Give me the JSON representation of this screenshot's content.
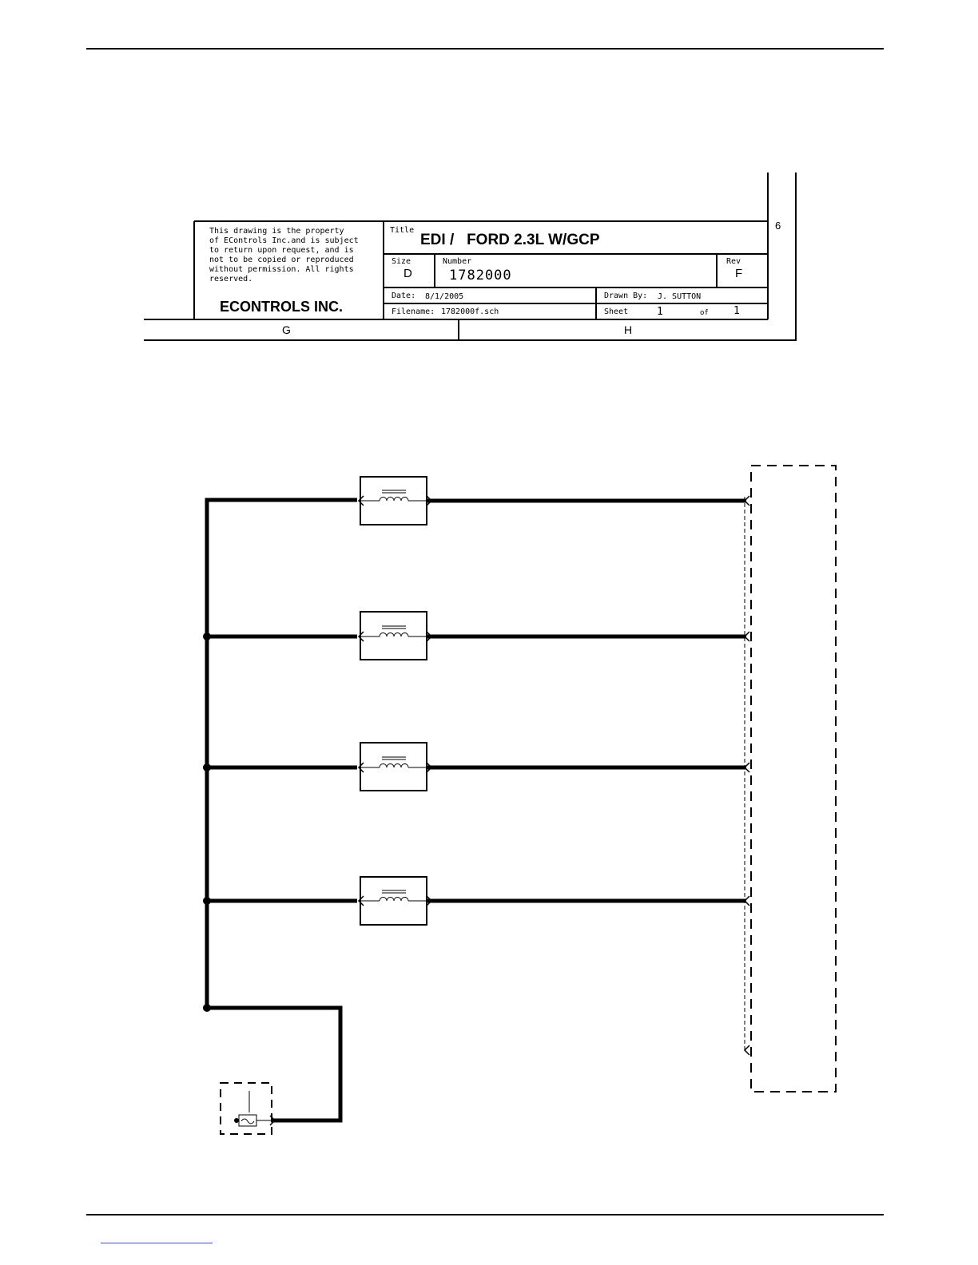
{
  "title_block": {
    "notice_lines": [
      "This drawing is the property",
      "of EControls Inc.and is subject",
      "to return upon request, and is",
      "not to be copied or reproduced",
      "without permission.  All rights",
      "reserved."
    ],
    "company": "ECONTROLS INC.",
    "title_label": "Title",
    "title": "EDI /   FORD 2.3L W/GCP",
    "size_label": "Size",
    "size": "D",
    "number_label": "Number",
    "number": "1782000",
    "rev_label": "Rev",
    "rev": "F",
    "date_label": "Date:",
    "date": "8/1/2005",
    "drawn_by_label": "Drawn By:",
    "drawn_by": "J. SUTTON",
    "filename_label": "Filename:",
    "filename": "1782000f.sch",
    "sheet_label": "Sheet",
    "sheet": "1",
    "of_label": "of",
    "sheet_total": "1",
    "zone_g": "G",
    "zone_h": "H",
    "side_mark": "6"
  },
  "schematic": {
    "coil_count": 4,
    "junction_count": 4
  },
  "colors": {
    "ink": "#000000",
    "paper": "#ffffff",
    "footer_link": "#3355cc"
  }
}
